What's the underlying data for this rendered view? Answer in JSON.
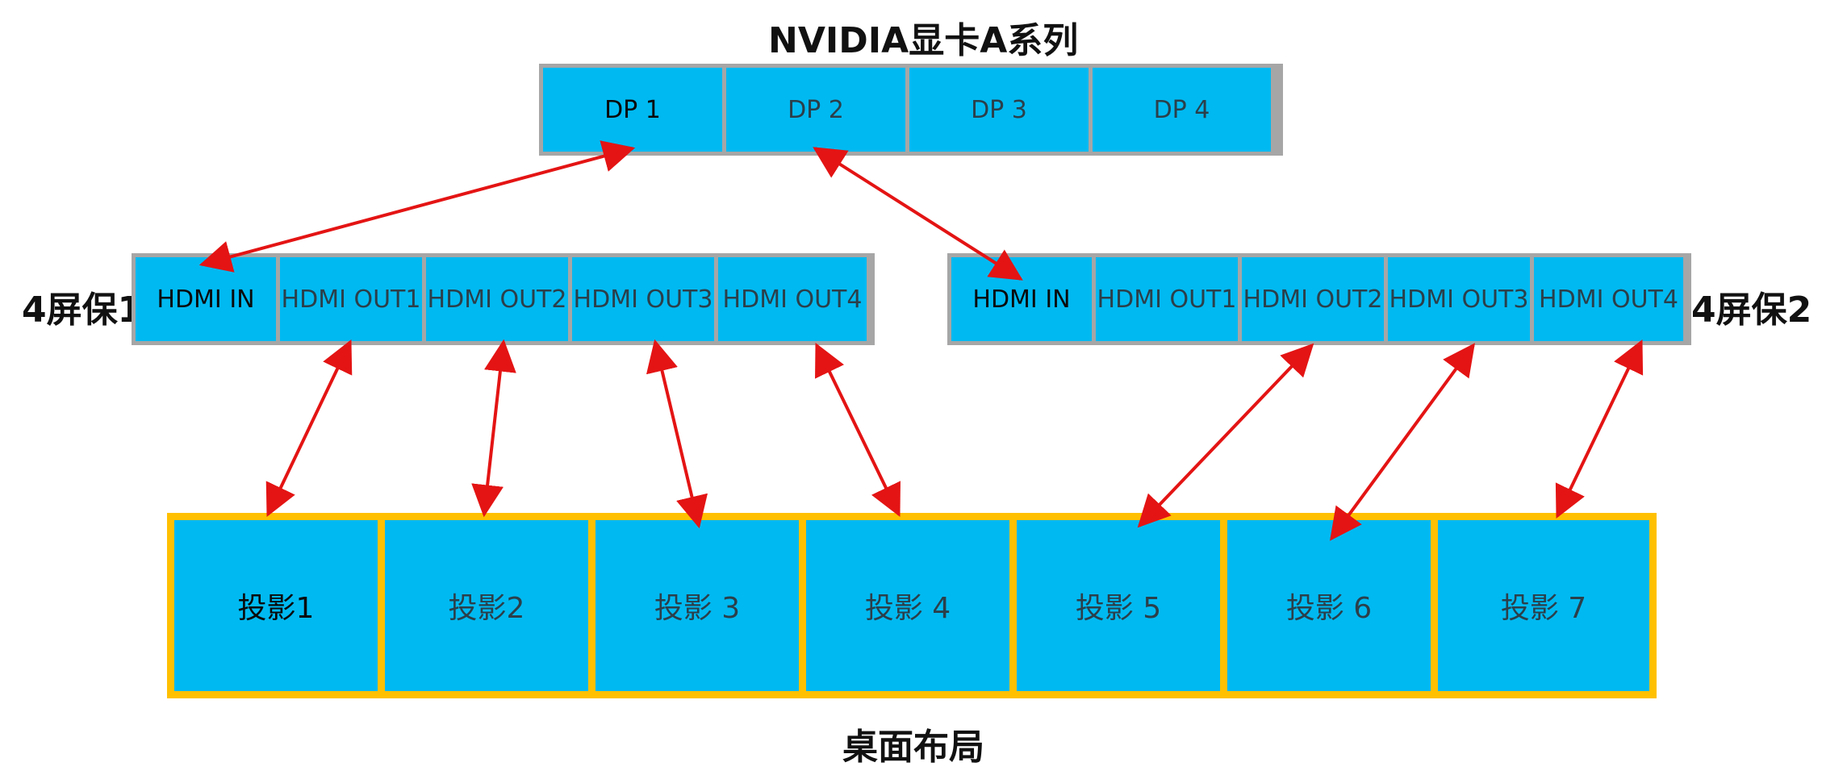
{
  "gpu": {
    "title": "NVIDIA显卡A系列",
    "ports": [
      "DP 1",
      "DP 2",
      "DP 3",
      "DP 4"
    ]
  },
  "box1": {
    "label": "4屏保1",
    "ports": [
      "HDMI IN",
      "HDMI OUT1",
      "HDMI OUT2",
      "HDMI OUT3",
      "HDMI OUT4"
    ]
  },
  "box2": {
    "label": "4屏保2",
    "ports": [
      "HDMI IN",
      "HDMI OUT1",
      "HDMI OUT2",
      "HDMI OUT3",
      "HDMI OUT4"
    ]
  },
  "desktop": {
    "title": "桌面布局",
    "projectors": [
      "投影1",
      "投影2",
      "投影 3",
      "投影 4",
      "投影 5",
      "投影 6",
      "投影 7"
    ]
  },
  "colors": {
    "port_fill": "#00b9f1",
    "frame_gray": "#a6a6a6",
    "desktop_frame": "#ffc000",
    "arrow": "#e41414"
  }
}
